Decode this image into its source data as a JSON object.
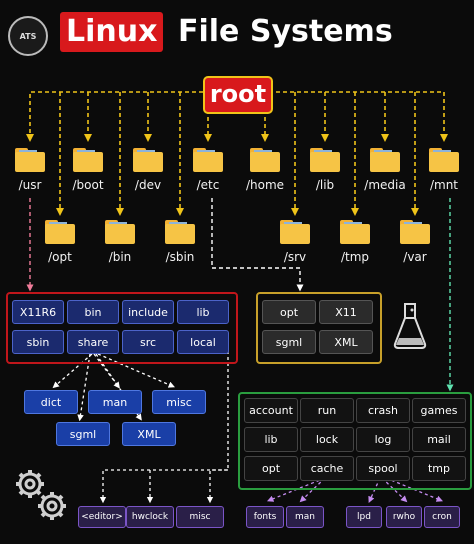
{
  "title": {
    "logo_text": "ATS",
    "highlight": "Linux",
    "rest": "File Systems"
  },
  "root_label": "root",
  "dirs_top": [
    "/usr",
    "/boot",
    "/dev",
    "/etc",
    "/home",
    "/lib",
    "/media",
    "/mnt"
  ],
  "dirs_bottom": [
    "/opt",
    "/bin",
    "/sbin",
    "/srv",
    "/tmp",
    "/var"
  ],
  "usr_box": [
    "X11R6",
    "bin",
    "include",
    "lib",
    "sbin",
    "share",
    "src",
    "local"
  ],
  "etc_box": [
    "opt",
    "X11",
    "sgml",
    "XML"
  ],
  "share_children_row1": [
    "dict",
    "man",
    "misc"
  ],
  "share_children_row2": [
    "sgml",
    "XML"
  ],
  "var_box": [
    "account",
    "run",
    "crash",
    "games",
    "lib",
    "lock",
    "log",
    "mail",
    "opt",
    "cache",
    "spool",
    "tmp"
  ],
  "local_children": [
    "<editor>",
    "hwclock",
    "misc"
  ],
  "cache_children": [
    "fonts",
    "man"
  ],
  "spool_children": [
    "lpd",
    "rwho",
    "cron"
  ],
  "icons": {
    "gears": "gears-icon",
    "flask": "flask-icon",
    "logo": "ats-logo-icon"
  },
  "colors": {
    "accent_red": "#d8191c",
    "wire_yellow": "#f0c419",
    "usr_frame": "#c0161b",
    "etc_frame": "#c8a02a",
    "var_frame": "#2a9d3f",
    "mnt_wire": "#5fe3b0",
    "usr_wire": "#f07c9a"
  }
}
